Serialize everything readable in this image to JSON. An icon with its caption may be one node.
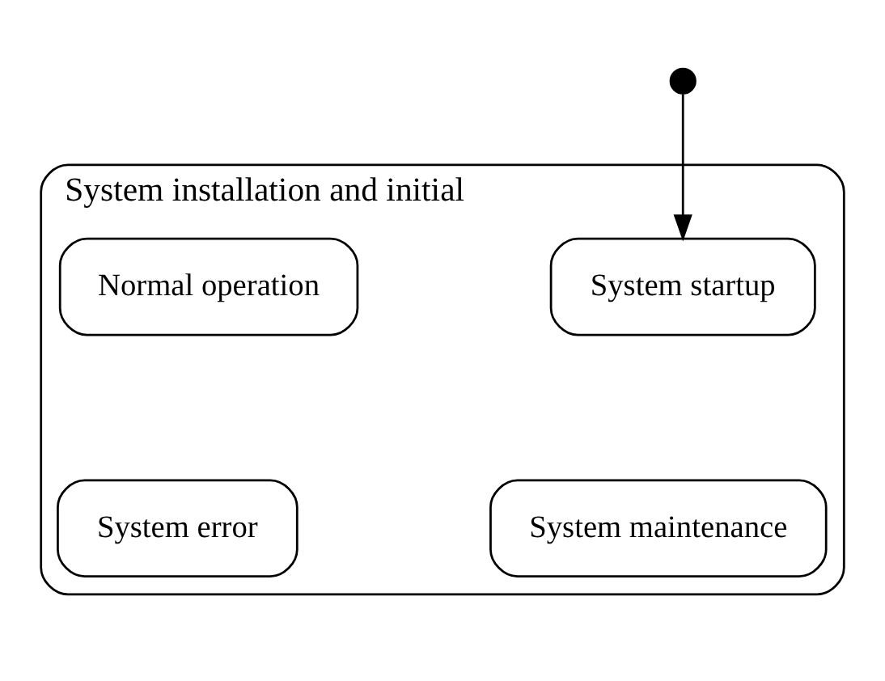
{
  "diagram": {
    "nodes": [
      {
        "text": [
          "System installation and initial"
        ]
      },
      {
        "text": [
          "System startup"
        ],
        "in": 0
      },
      {
        "text": [
          "Normal operation"
        ],
        "in": 0
      },
      {
        "text": [
          "System maintenance"
        ],
        "in": 0
      },
      {
        "text": [
          "System error"
        ],
        "in": 0
      },
      {
        "text": [],
        "shape": "circle"
      }
    ],
    "edges": [
      {
        "from": 5,
        "to": 1,
        "arrow": "to"
      }
    ]
  }
}
